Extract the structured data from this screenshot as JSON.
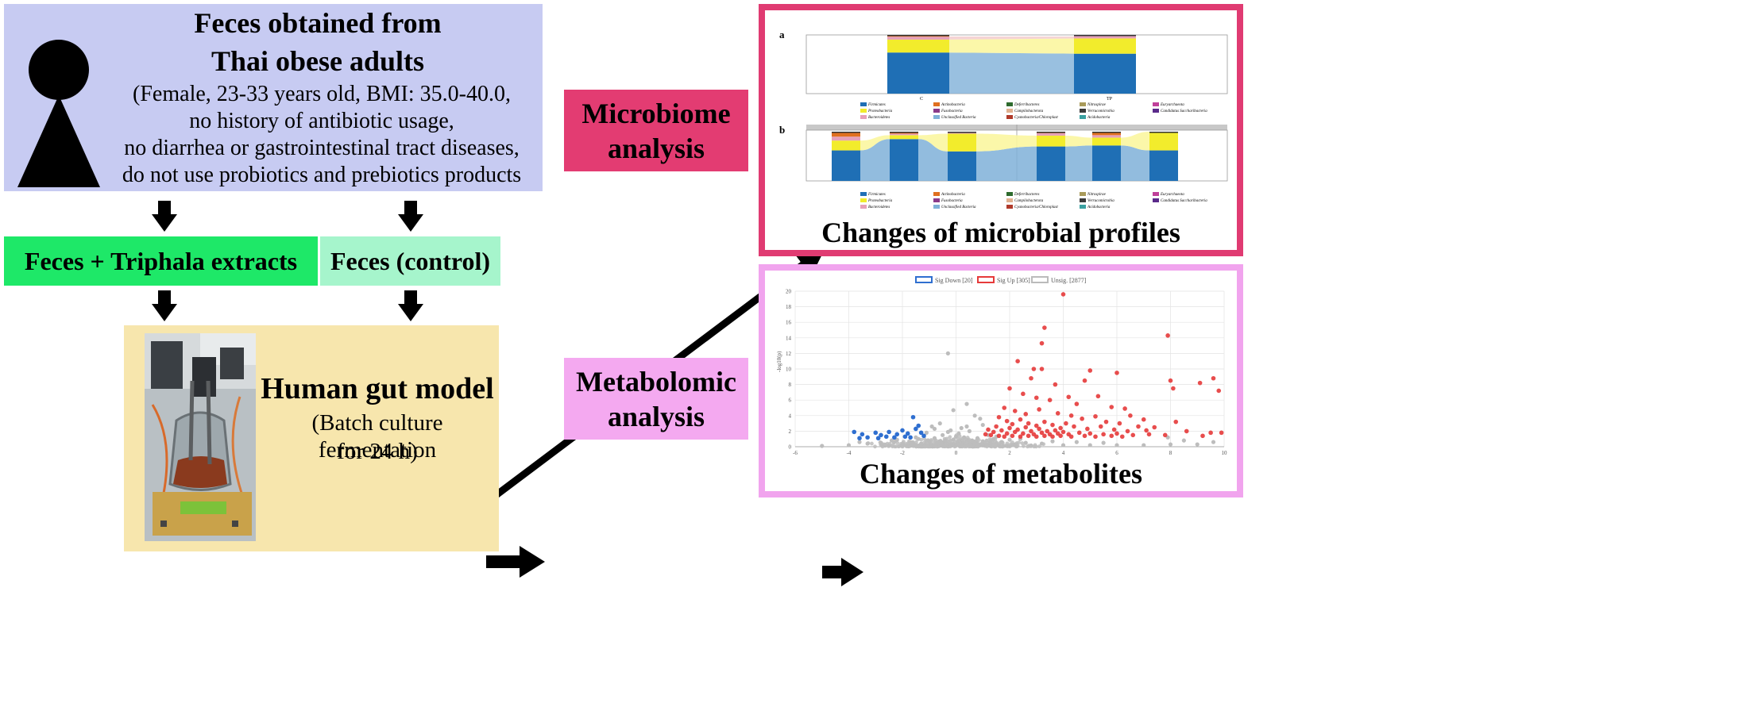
{
  "source": {
    "title_line1": "Feces obtained from",
    "title_line2": "Thai obese adults",
    "criteria": [
      "(Female, 23-33 years old, BMI: 35.0-40.0,",
      "no history of antibiotic usage,",
      "no diarrhea or gastrointestinal tract diseases,",
      "do not use probiotics and prebiotics products"
    ]
  },
  "treatments": {
    "triphala": "Feces + Triphala extracts",
    "control": "Feces (control)"
  },
  "gut_model": {
    "title": "Human gut model",
    "line1": "(Batch culture fermentation",
    "line2": "for 24 h)"
  },
  "analyses": {
    "microbiome_line1": "Microbiome",
    "microbiome_line2": "analysis",
    "metabolomic_line1": "Metabolomic",
    "metabolomic_line2": "analysis"
  },
  "results": {
    "microbial_caption": "Changes of microbial profiles",
    "metabolites_caption": "Changes of metabolites"
  },
  "microbiome_panel": {
    "label_a": "a",
    "label_b": "b",
    "groups_a": [
      "C",
      "TP"
    ],
    "legend": [
      {
        "name": "Firmicutes",
        "color": "#1f6fb5"
      },
      {
        "name": "Actinobacteria",
        "color": "#e0701f"
      },
      {
        "name": "Deferribacteres",
        "color": "#2e6b2e"
      },
      {
        "name": "Nitrospirae",
        "color": "#a89a5a"
      },
      {
        "name": "Euryarchaeota",
        "color": "#c0409a"
      },
      {
        "name": "Proteobacteria",
        "color": "#f2ec2c"
      },
      {
        "name": "Fusobacteria",
        "color": "#8a3a8a"
      },
      {
        "name": "Campilobacterota",
        "color": "#e0b090"
      },
      {
        "name": "Verrucomicrobia",
        "color": "#3a3a3a"
      },
      {
        "name": "Candidatus Saccharibacteria",
        "color": "#5a2a8a"
      },
      {
        "name": "Bacteroidetes",
        "color": "#e6a0b8"
      },
      {
        "name": "Unclassified Bacteria",
        "color": "#7fb0d8"
      },
      {
        "name": "Cyanobacteria/Chloroplast",
        "color": "#b03a2a"
      },
      {
        "name": "Acidobacteria",
        "color": "#3aa0a0"
      }
    ],
    "stacks_a": [
      {
        "firmicutes": 0.7,
        "proteobacteria": 0.22,
        "bacteroidetes": 0.05,
        "other": 0.03
      },
      {
        "firmicutes": 0.68,
        "proteobacteria": 0.26,
        "bacteroidetes": 0.04,
        "other": 0.02
      }
    ],
    "stacks_b": [
      {
        "firmicutes": 0.62,
        "proteobacteria": 0.2,
        "bacteroidetes": 0.08,
        "other": 0.1
      },
      {
        "firmicutes": 0.85,
        "proteobacteria": 0.08,
        "bacteroidetes": 0.03,
        "other": 0.04
      },
      {
        "firmicutes": 0.6,
        "proteobacteria": 0.36,
        "bacteroidetes": 0.02,
        "other": 0.02
      },
      {
        "firmicutes": 0.7,
        "proteobacteria": 0.22,
        "bacteroidetes": 0.05,
        "other": 0.03
      },
      {
        "firmicutes": 0.72,
        "proteobacteria": 0.16,
        "bacteroidetes": 0.05,
        "other": 0.07
      },
      {
        "firmicutes": 0.62,
        "proteobacteria": 0.38,
        "bacteroidetes": 0.0,
        "other": 0.0
      }
    ]
  },
  "volcano": {
    "legend": [
      "Sig Down [20]",
      "Sig Up [305]",
      "Unsig. [2877]"
    ],
    "ylabel": "-log10(p)",
    "x_ticks": [
      "-6",
      "-4",
      "-2",
      "0",
      "2",
      "4",
      "6",
      "8",
      "10"
    ],
    "y_ticks": [
      "0",
      "2",
      "4",
      "6",
      "8",
      "10",
      "12",
      "14",
      "16",
      "18",
      "20"
    ],
    "xlim": [
      -6,
      10
    ],
    "ylim": [
      0,
      20
    ],
    "colors": {
      "down": "#2f6fd0",
      "up": "#e63a3a",
      "unsig": "#bdbdbd"
    },
    "points_up": [
      [
        4.0,
        19.6
      ],
      [
        3.3,
        15.3
      ],
      [
        3.2,
        13.3
      ],
      [
        2.3,
        11.0
      ],
      [
        2.9,
        10.0
      ],
      [
        3.2,
        10.0
      ],
      [
        2.8,
        8.8
      ],
      [
        4.8,
        8.5
      ],
      [
        3.7,
        8.0
      ],
      [
        5.0,
        9.8
      ],
      [
        7.9,
        14.3
      ],
      [
        8.0,
        8.5
      ],
      [
        8.1,
        7.5
      ],
      [
        9.1,
        8.2
      ],
      [
        9.6,
        8.8
      ],
      [
        9.8,
        7.2
      ],
      [
        6.0,
        9.5
      ],
      [
        2.0,
        7.5
      ],
      [
        2.5,
        6.8
      ],
      [
        3.0,
        6.3
      ],
      [
        3.5,
        6.0
      ],
      [
        4.2,
        6.4
      ],
      [
        4.5,
        5.5
      ],
      [
        5.3,
        6.5
      ],
      [
        5.8,
        5.1
      ],
      [
        6.3,
        4.9
      ],
      [
        6.5,
        4.0
      ],
      [
        7.0,
        3.5
      ],
      [
        1.8,
        5.0
      ],
      [
        2.2,
        4.6
      ],
      [
        2.6,
        4.2
      ],
      [
        3.1,
        4.8
      ],
      [
        3.8,
        4.3
      ],
      [
        4.3,
        4.0
      ],
      [
        4.7,
        3.6
      ],
      [
        5.2,
        3.9
      ],
      [
        5.6,
        3.2
      ],
      [
        6.1,
        3.0
      ],
      [
        6.8,
        2.6
      ],
      [
        7.4,
        2.5
      ],
      [
        8.2,
        3.2
      ],
      [
        9.5,
        1.8
      ],
      [
        9.9,
        1.8
      ],
      [
        1.6,
        3.8
      ],
      [
        1.9,
        3.3
      ],
      [
        2.1,
        2.9
      ],
      [
        2.4,
        3.5
      ],
      [
        2.7,
        3.0
      ],
      [
        3.0,
        2.7
      ],
      [
        3.3,
        3.2
      ],
      [
        3.6,
        2.8
      ],
      [
        3.9,
        2.4
      ],
      [
        4.1,
        3.0
      ],
      [
        4.4,
        2.6
      ],
      [
        4.9,
        2.3
      ],
      [
        5.4,
        2.6
      ],
      [
        5.9,
        2.2
      ],
      [
        6.4,
        2.0
      ],
      [
        7.1,
        2.1
      ],
      [
        1.2,
        2.2
      ],
      [
        1.4,
        1.9
      ],
      [
        1.5,
        2.6
      ],
      [
        1.7,
        2.1
      ],
      [
        1.9,
        1.7
      ],
      [
        2.0,
        2.4
      ],
      [
        2.2,
        1.9
      ],
      [
        2.3,
        2.2
      ],
      [
        2.5,
        1.7
      ],
      [
        2.6,
        2.5
      ],
      [
        2.8,
        2.0
      ],
      [
        2.9,
        1.6
      ],
      [
        3.1,
        2.3
      ],
      [
        3.2,
        1.8
      ],
      [
        3.4,
        2.0
      ],
      [
        3.5,
        1.6
      ],
      [
        3.7,
        2.1
      ],
      [
        3.8,
        1.7
      ],
      [
        4.0,
        1.9
      ],
      [
        4.2,
        1.6
      ],
      [
        4.6,
        1.8
      ],
      [
        5.0,
        1.7
      ],
      [
        5.5,
        1.6
      ],
      [
        6.0,
        1.7
      ],
      [
        6.6,
        1.5
      ],
      [
        7.2,
        1.6
      ],
      [
        7.8,
        1.5
      ],
      [
        1.1,
        1.6
      ],
      [
        1.3,
        1.5
      ],
      [
        1.6,
        1.4
      ],
      [
        1.8,
        1.3
      ],
      [
        2.1,
        1.4
      ],
      [
        2.4,
        1.3
      ],
      [
        2.7,
        1.4
      ],
      [
        3.0,
        1.3
      ],
      [
        3.3,
        1.4
      ],
      [
        3.6,
        1.3
      ],
      [
        3.9,
        1.4
      ],
      [
        4.3,
        1.3
      ],
      [
        4.8,
        1.4
      ],
      [
        5.2,
        1.3
      ],
      [
        5.8,
        1.4
      ],
      [
        6.2,
        1.3
      ],
      [
        8.6,
        2.0
      ],
      [
        9.2,
        1.4
      ]
    ],
    "points_down": [
      [
        -3.8,
        1.9
      ],
      [
        -3.5,
        1.6
      ],
      [
        -3.0,
        1.8
      ],
      [
        -2.8,
        1.5
      ],
      [
        -2.5,
        1.9
      ],
      [
        -2.2,
        1.6
      ],
      [
        -2.0,
        2.1
      ],
      [
        -1.8,
        1.7
      ],
      [
        -1.6,
        3.8
      ],
      [
        -1.5,
        2.3
      ],
      [
        -1.3,
        1.8
      ],
      [
        -2.6,
        1.3
      ],
      [
        -3.3,
        1.2
      ],
      [
        -1.9,
        1.3
      ],
      [
        -1.4,
        2.7
      ],
      [
        -2.3,
        1.2
      ],
      [
        -2.9,
        1.1
      ],
      [
        -1.7,
        1.2
      ],
      [
        -3.6,
        1.1
      ],
      [
        -1.2,
        1.4
      ]
    ],
    "points_unsig": [
      [
        -0.3,
        12.0
      ],
      [
        0.4,
        5.5
      ],
      [
        0.7,
        4.0
      ],
      [
        0.9,
        3.6
      ],
      [
        -0.6,
        3.0
      ],
      [
        -0.9,
        2.6
      ],
      [
        1.0,
        2.8
      ],
      [
        0.2,
        2.4
      ],
      [
        -0.2,
        2.1
      ],
      [
        0.5,
        2.0
      ],
      [
        -1.1,
        1.8
      ],
      [
        1.2,
        1.5
      ],
      [
        -0.5,
        1.5
      ],
      [
        0.0,
        1.3
      ],
      [
        0.3,
        1.2
      ],
      [
        -0.8,
        1.1
      ],
      [
        0.8,
        1.1
      ],
      [
        -1.4,
        1.0
      ],
      [
        1.4,
        1.0
      ],
      [
        -2.2,
        0.9
      ],
      [
        2.0,
        0.9
      ],
      [
        -0.1,
        0.9
      ],
      [
        0.6,
        0.8
      ],
      [
        -0.4,
        0.8
      ],
      [
        -1.0,
        0.7
      ],
      [
        1.0,
        0.7
      ],
      [
        -1.7,
        0.6
      ],
      [
        1.7,
        0.6
      ],
      [
        -2.8,
        0.5
      ],
      [
        2.6,
        0.5
      ],
      [
        -0.7,
        0.5
      ],
      [
        0.7,
        0.5
      ],
      [
        -3.3,
        0.4
      ],
      [
        3.2,
        0.4
      ],
      [
        -1.3,
        0.4
      ],
      [
        1.3,
        0.4
      ],
      [
        -2.0,
        0.3
      ],
      [
        2.2,
        0.3
      ],
      [
        -0.2,
        0.3
      ],
      [
        0.2,
        0.3
      ],
      [
        -4.0,
        0.2
      ],
      [
        4.0,
        0.2
      ],
      [
        -1.6,
        0.2
      ],
      [
        1.6,
        0.2
      ],
      [
        -2.5,
        0.15
      ],
      [
        2.8,
        0.15
      ],
      [
        -0.5,
        0.1
      ],
      [
        0.5,
        0.1
      ],
      [
        5.0,
        0.2
      ],
      [
        6.0,
        0.2
      ],
      [
        7.0,
        0.2
      ],
      [
        8.0,
        0.3
      ],
      [
        9.0,
        0.3
      ],
      [
        -5.0,
        0.1
      ],
      [
        4.5,
        0.6
      ],
      [
        5.5,
        0.5
      ],
      [
        3.6,
        0.7
      ],
      [
        -3.6,
        0.6
      ],
      [
        2.4,
        1.0
      ],
      [
        -2.4,
        0.8
      ],
      [
        1.5,
        1.3
      ],
      [
        -1.5,
        1.2
      ],
      [
        0.1,
        1.7
      ],
      [
        -0.3,
        1.9
      ],
      [
        0.4,
        2.6
      ],
      [
        -0.8,
        2.3
      ],
      [
        7.9,
        1.2
      ],
      [
        8.5,
        0.8
      ],
      [
        9.6,
        0.6
      ],
      [
        -0.1,
        4.7
      ]
    ]
  }
}
